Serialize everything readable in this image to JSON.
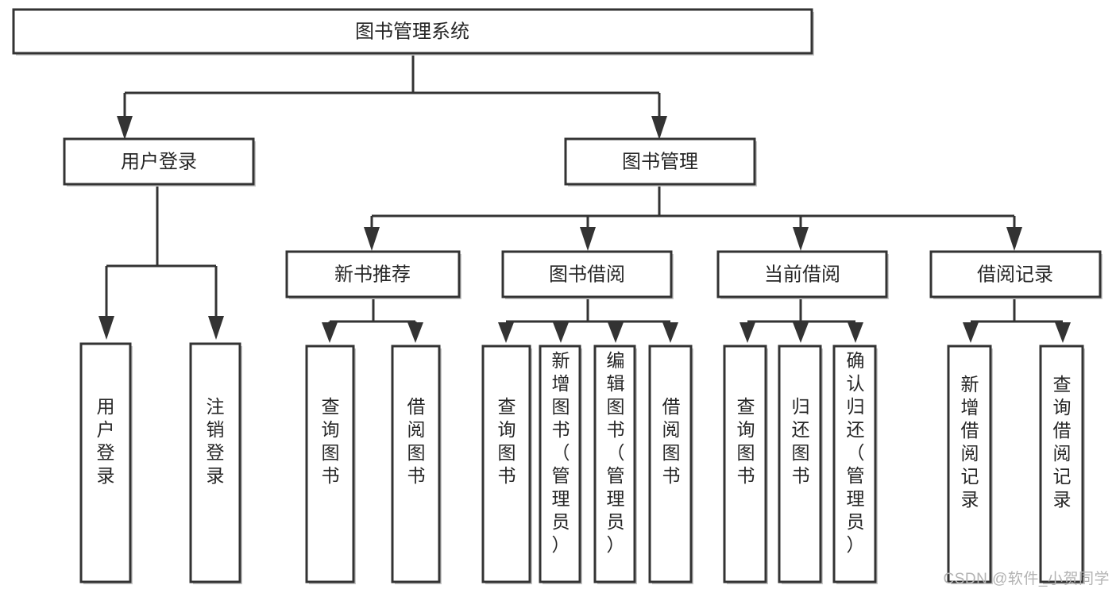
{
  "diagram": {
    "type": "tree-hierarchy-chart",
    "title": "图书管理系统",
    "background_color": "#ffffff",
    "line_color": "#333333",
    "text_color": "#262626",
    "root": {
      "label": "图书管理系统",
      "orientation": "horizontal"
    },
    "level1": [
      {
        "label": "用户登录",
        "orientation": "horizontal"
      },
      {
        "label": "图书管理",
        "orientation": "horizontal"
      }
    ],
    "level2": [
      {
        "label": "新书推荐",
        "orientation": "horizontal",
        "parent": "图书管理"
      },
      {
        "label": "图书借阅",
        "orientation": "horizontal",
        "parent": "图书管理"
      },
      {
        "label": "当前借阅",
        "orientation": "horizontal",
        "parent": "图书管理"
      },
      {
        "label": "借阅记录",
        "orientation": "horizontal",
        "parent": "图书管理"
      }
    ],
    "leaves": {
      "user_login": [
        {
          "label": "用户登录",
          "orientation": "vertical"
        },
        {
          "label": "注销登录",
          "orientation": "vertical"
        }
      ],
      "new_book_recommend": [
        {
          "label": "查询图书",
          "orientation": "vertical"
        },
        {
          "label": "借阅图书",
          "orientation": "vertical"
        }
      ],
      "book_borrow": [
        {
          "label": "查询图书",
          "orientation": "vertical"
        },
        {
          "label": "新增图书（管理员）",
          "orientation": "vertical"
        },
        {
          "label": "编辑图书（管理员）",
          "orientation": "vertical"
        },
        {
          "label": "借阅图书",
          "orientation": "vertical"
        }
      ],
      "current_borrow": [
        {
          "label": "查询图书",
          "orientation": "vertical"
        },
        {
          "label": "归还图书",
          "orientation": "vertical"
        },
        {
          "label": "确认归还（管理员）",
          "orientation": "vertical"
        }
      ],
      "borrow_record": [
        {
          "label": "新增借阅记录",
          "orientation": "vertical"
        },
        {
          "label": "查询借阅记录",
          "orientation": "vertical"
        }
      ]
    }
  },
  "watermark": {
    "text": "CSDN @软件_小贺同学",
    "color": "#b3b3b3"
  }
}
